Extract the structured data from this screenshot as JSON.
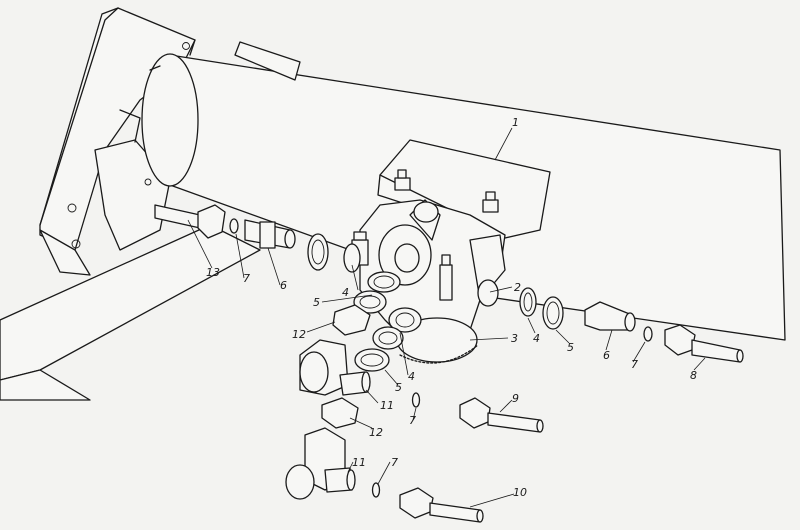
{
  "callouts": {
    "c1": "1",
    "c2": "2",
    "c3": "3",
    "c4a": "4",
    "c4b": "4",
    "c4c": "4",
    "c5a": "5",
    "c5b": "5",
    "c5c": "5",
    "c6a": "6",
    "c6b": "6",
    "c7a": "7",
    "c7b": "7",
    "c7c": "7",
    "c7d": "7",
    "c8": "8",
    "c9": "9",
    "c10": "10",
    "c11a": "11",
    "c11b": "11",
    "c12a": "12",
    "c12b": "12",
    "c13": "13"
  }
}
